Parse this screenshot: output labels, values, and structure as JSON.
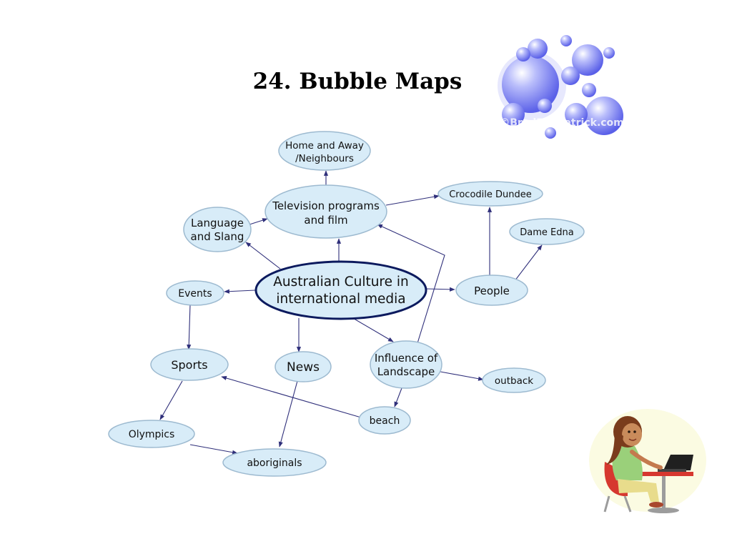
{
  "slide": {
    "title": "24. Bubble Maps"
  },
  "bubbles_image": {
    "watermark": "©BradFitzpatrick.com"
  },
  "colors": {
    "bubble_fill": "#d8ecf8",
    "bubble_stroke": "#9dbad0",
    "central_stroke": "#0c1a5e",
    "arrow": "#2f2f7a"
  },
  "diagram": {
    "center": [
      "Australian Culture in",
      "international media"
    ],
    "tv": [
      "Television programs",
      "and film"
    ],
    "home_away": [
      "Home and Away",
      "/Neighbours"
    ],
    "language": [
      "Language",
      "and Slang"
    ],
    "crocodile": "Crocodile Dundee",
    "dame_edna": "Dame Edna",
    "people": "People",
    "events": "Events",
    "sports": "Sports",
    "news": "News",
    "landscape": [
      "Influence of",
      "Landscape"
    ],
    "outback": "outback",
    "beach": "beach",
    "olympics": "Olympics",
    "aboriginals": "aboriginals"
  }
}
